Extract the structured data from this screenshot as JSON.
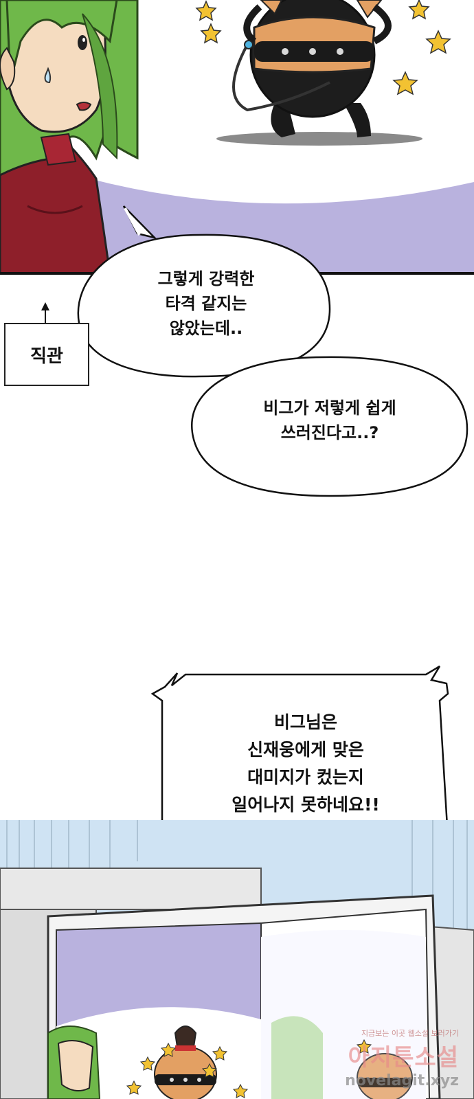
{
  "bubbles": {
    "bubble1": {
      "lines": [
        "그렇게 강력한",
        "타격 같지는",
        "않았는데.."
      ]
    },
    "bubble2": {
      "lines": [
        "비그가 저렇게 쉽게",
        "쓰러진다고..?"
      ]
    },
    "shout": {
      "lines": [
        "비그님은",
        "신재웅에게 맞은",
        "대미지가 컸는지",
        "일어나지 못하네요!!"
      ]
    }
  },
  "caption": {
    "label": "직관"
  },
  "watermark": {
    "tagline": "지금보는 이곳 웹소설 보러가기",
    "site_name": "아지툰소설",
    "url": "novelagit.xyz"
  },
  "colors": {
    "hair_green": "#6fb84a",
    "jacket_red": "#8e1f2a",
    "skin": "#f5dcc0",
    "robot_orange": "#e3a063",
    "star_yellow": "#f2c232",
    "bg_purple": "#b9b2de",
    "sky_blue": "#cfe3f3"
  }
}
